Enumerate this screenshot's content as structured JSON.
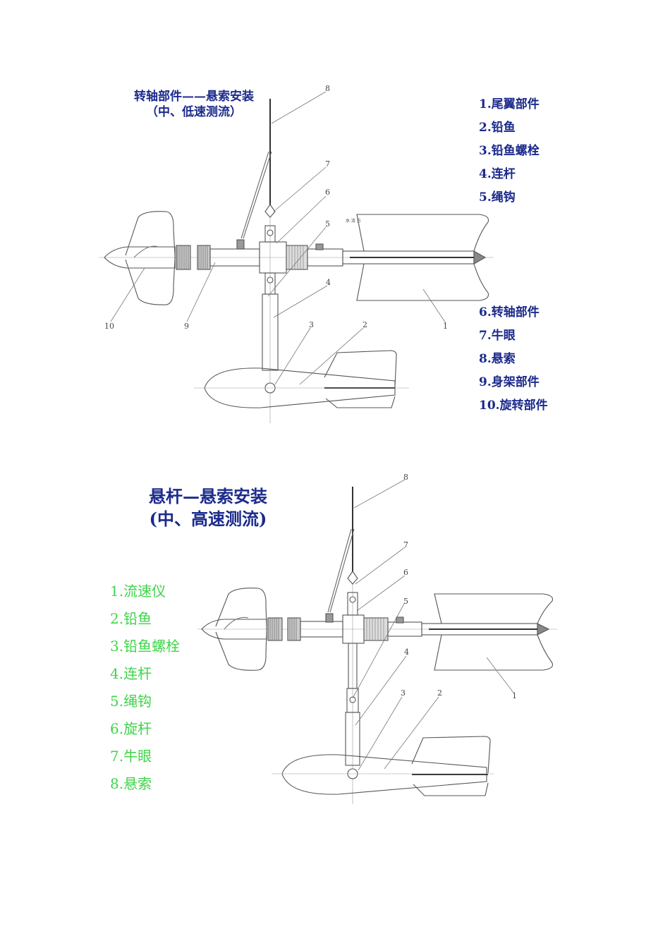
{
  "figure1": {
    "title_line1": "转轴部件——悬索安装",
    "title_line2": "（中、低速测流）",
    "legend": [
      "1.尾翼部件",
      "2.铅鱼",
      "3.铅鱼螺栓",
      "4.连杆",
      "5.绳钩",
      "6.转轴部件",
      "7.牛眼",
      "8.悬索",
      "9.身架部件",
      "10.旋转部件"
    ],
    "callouts": [
      "1",
      "2",
      "3",
      "4",
      "5",
      "6",
      "7",
      "8",
      "9",
      "10"
    ],
    "small_note": "水 流 方"
  },
  "figure2": {
    "title_line1": "悬杆—悬索安装",
    "title_line2": "(中、高速测流)",
    "legend": [
      "1.流速仪",
      "2.铅鱼",
      "3.铅鱼螺栓",
      "4.连杆",
      "5.绳钩",
      "6.旋杆",
      "7.牛眼",
      "8.悬索"
    ],
    "callouts": [
      "1",
      "2",
      "3",
      "4",
      "5",
      "6",
      "7",
      "8"
    ]
  },
  "colors": {
    "title": "#1b2a8c",
    "legend1": "#1b2a8c",
    "legend2": "#3fd44a",
    "line": "#555555"
  }
}
